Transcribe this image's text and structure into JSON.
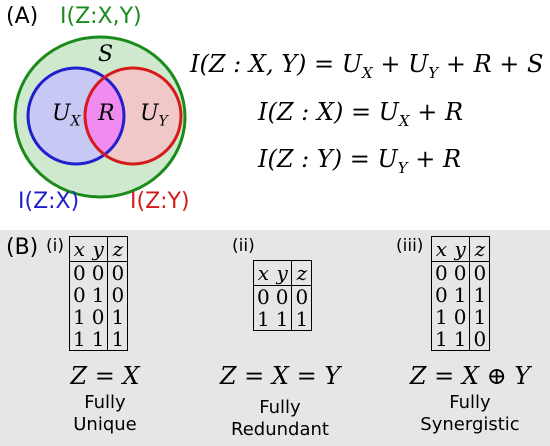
{
  "panel_a": {
    "label": "(A)",
    "outer_label": "I(Z:X,Y)",
    "s_label": "S",
    "ux_label": "U",
    "ux_sub": "X",
    "r_label": "R",
    "uy_label": "U",
    "uy_sub": "Y",
    "ix_label": "I(Z:X)",
    "iy_label": "I(Z:Y)",
    "eq1": "I(Z : X, Y) = U",
    "eq1_sub1": "X",
    "eq1_mid": " + U",
    "eq1_sub2": "Y",
    "eq1_end": " + R + S",
    "eq2": "I(Z : X) = U",
    "eq2_sub": "X",
    "eq2_end": " + R",
    "eq3": "I(Z : Y) = U",
    "eq3_sub": "Y",
    "eq3_end": " + R",
    "colors": {
      "outer": "#1a8a1a",
      "outer_fill": "#cfe9cf",
      "x_circle": "#1f1fcc",
      "x_fill": "#c8c8f5",
      "y_circle": "#d61a1a",
      "y_fill": "#f0c8c8",
      "overlap_fill": "#f08cf0"
    }
  },
  "panel_b": {
    "label": "(B)",
    "tables": [
      {
        "roman": "(i)",
        "headers": [
          "x",
          "y",
          "z"
        ],
        "rows": [
          [
            "0",
            "0",
            "0"
          ],
          [
            "0",
            "1",
            "0"
          ],
          [
            "1",
            "0",
            "1"
          ],
          [
            "1",
            "1",
            "1"
          ]
        ],
        "formula": "Z = X",
        "caption_line1": "Fully",
        "caption_line2": "Unique"
      },
      {
        "roman": "(ii)",
        "headers": [
          "x",
          "y",
          "z"
        ],
        "rows": [
          [
            "0",
            "0",
            "0"
          ],
          [
            "1",
            "1",
            "1"
          ]
        ],
        "formula": "Z = X = Y",
        "caption_line1": "Fully",
        "caption_line2": "Redundant"
      },
      {
        "roman": "(iii)",
        "headers": [
          "x",
          "y",
          "z"
        ],
        "rows": [
          [
            "0",
            "0",
            "0"
          ],
          [
            "0",
            "1",
            "1"
          ],
          [
            "1",
            "0",
            "1"
          ],
          [
            "1",
            "1",
            "0"
          ]
        ],
        "formula": "Z = X ⊕ Y",
        "caption_line1": "Fully",
        "caption_line2": "Synergistic"
      }
    ]
  }
}
